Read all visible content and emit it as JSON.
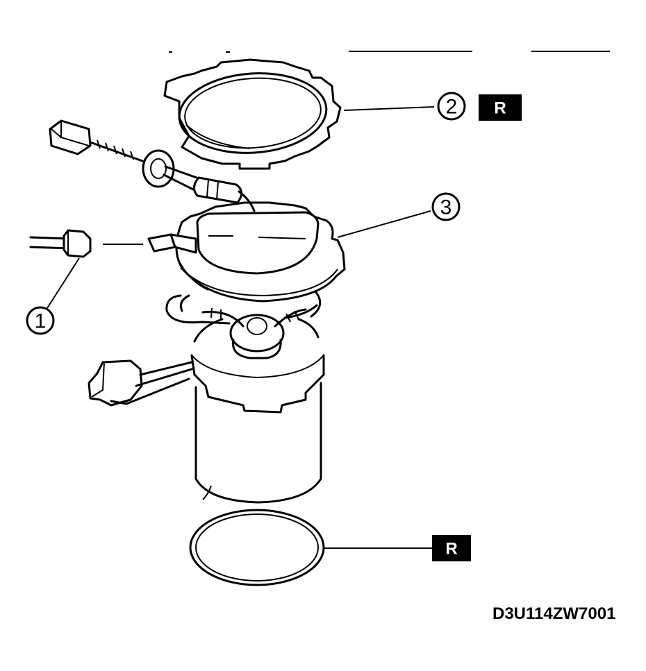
{
  "callouts": {
    "c1": "1",
    "c2": "2",
    "c3": "3"
  },
  "badges": {
    "replace_top": "R",
    "replace_bottom": "R"
  },
  "figure_id": "D3U114ZW7001"
}
